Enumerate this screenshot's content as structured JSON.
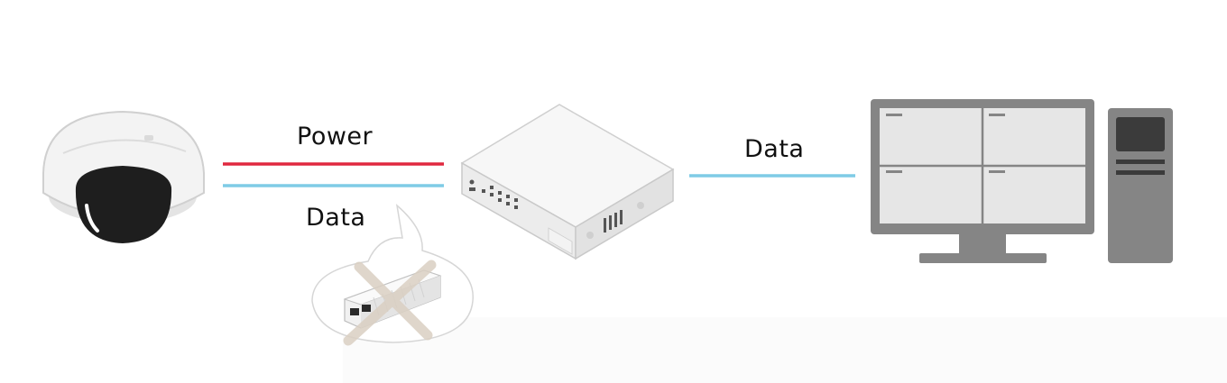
{
  "labels": {
    "power": "Power",
    "data_camera_side": "Data",
    "data_network_side": "Data"
  },
  "colors": {
    "power_line": "#e0283f",
    "data_line": "#7fcbe6",
    "device_gray": "#858585",
    "screen_fill": "#e6e6e6",
    "dome_black": "#1e1e1e",
    "cross_tan": "#d9cfc2"
  },
  "icons": [
    "dome-camera-icon",
    "poe-switch-icon",
    "pc-monitor-icon",
    "pc-tower-icon",
    "midspan-injector-icon"
  ]
}
